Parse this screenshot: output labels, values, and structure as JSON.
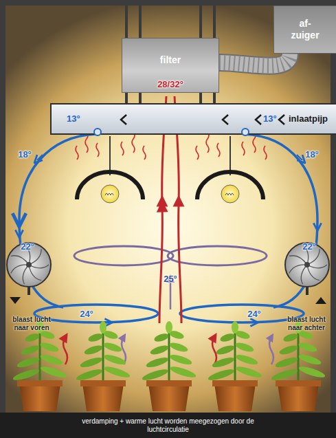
{
  "diagram": {
    "caption": "verdamping + warme lucht worden meegezogen door de luchtcirculatie",
    "nodes": [
      {
        "text": [
          "af- zuiger"
        ]
      },
      {
        "text": [
          "filter"
        ]
      },
      {
        "text": [
          "13°",
          "13°",
          "inlaatpijp"
        ]
      }
    ],
    "edges": [
      {
        "from": 1,
        "to": 0,
        "arrow": "none"
      }
    ],
    "labels": [
      "28/32°",
      "18°",
      "18°",
      "22°",
      "22°",
      "25°",
      "24°",
      "24°",
      "blaast lucht naar voren",
      "blaast lucht naar achter"
    ]
  }
}
